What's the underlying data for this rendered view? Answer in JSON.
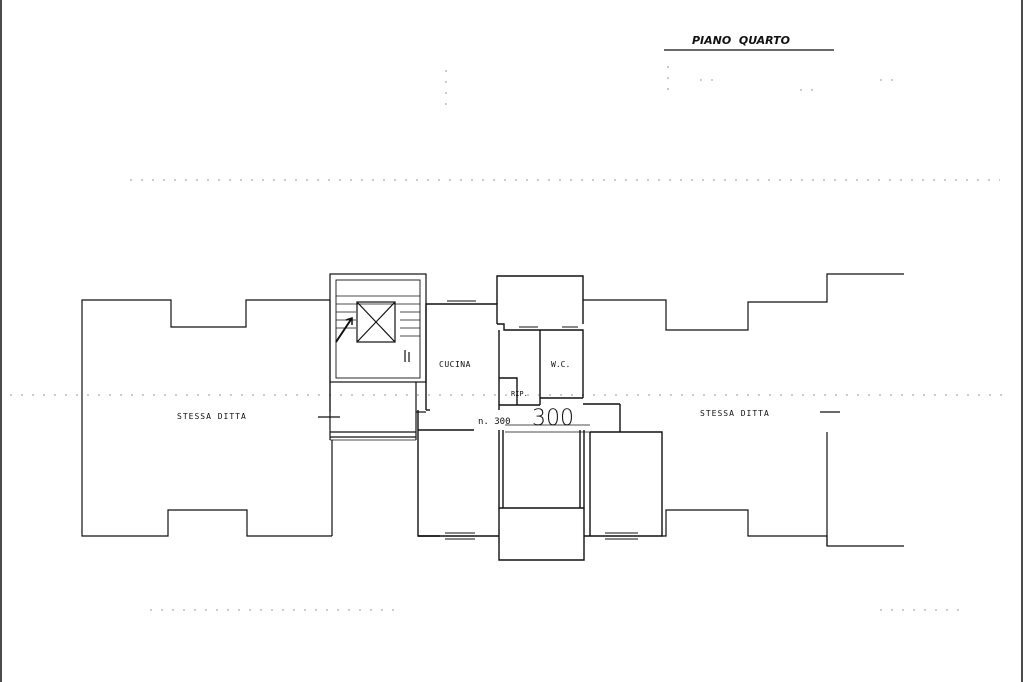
{
  "header": {
    "title": "PIANO  QUARTO"
  },
  "labels": {
    "left_wing": "STESSA DITTA",
    "right_wing": "STESSA DITTA",
    "kitchen": "CUCINA",
    "wc": "W.C.",
    "storage": "RIP.",
    "unit_number": "n. 300",
    "unit_number_handwritten": "300"
  },
  "colors": {
    "ink": "#111111",
    "paper": "#ffffff",
    "faint": "#9a9a9a"
  }
}
